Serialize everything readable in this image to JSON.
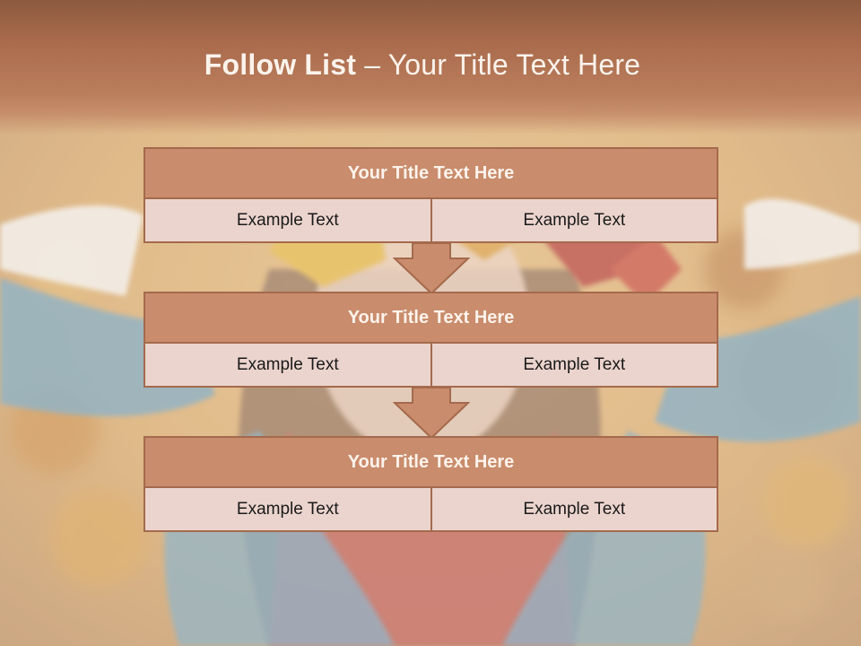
{
  "title": {
    "bold": "Follow List",
    "rest": "– Your Title Text Here"
  },
  "steps": [
    {
      "title": "Your Title Text Here",
      "left": "Example Text",
      "right": "Example Text"
    },
    {
      "title": "Your Title Text Here",
      "left": "Example Text",
      "right": "Example Text"
    },
    {
      "title": "Your Title Text Here",
      "left": "Example Text",
      "right": "Example Text"
    }
  ],
  "colors": {
    "title_band": "#a86a4b",
    "box_header": "#c98c6c",
    "box_cell": "#ebd4cd",
    "box_border": "#a46a4d",
    "arrow_fill": "#c98c6c"
  }
}
